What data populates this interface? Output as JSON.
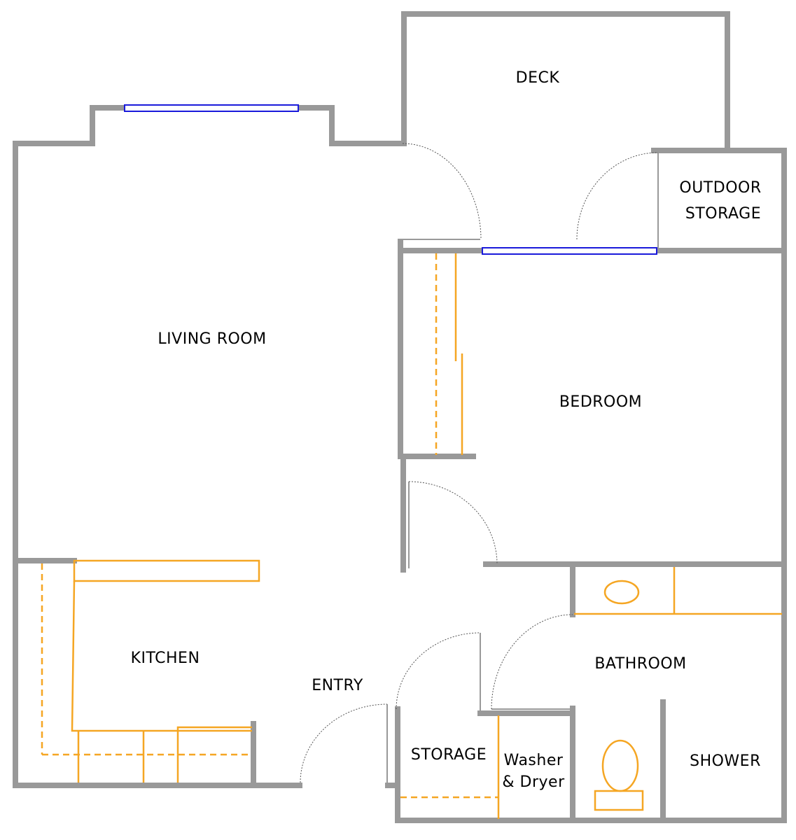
{
  "rooms": {
    "deck": "DECK",
    "outdoor_storage_1": "OUTDOOR",
    "outdoor_storage_2": "STORAGE",
    "living_room": "LIVING ROOM",
    "bedroom": "BEDROOM",
    "kitchen": "KITCHEN",
    "entry": "ENTRY",
    "bathroom": "BATHROOM",
    "storage": "STORAGE",
    "washer_1": "Washer",
    "washer_2": "& Dryer",
    "shower": "SHOWER"
  },
  "colors": {
    "walls": "#999999",
    "fixtures": "#f5a623",
    "windows": "#1a1adb",
    "door_swings": "#555555"
  }
}
